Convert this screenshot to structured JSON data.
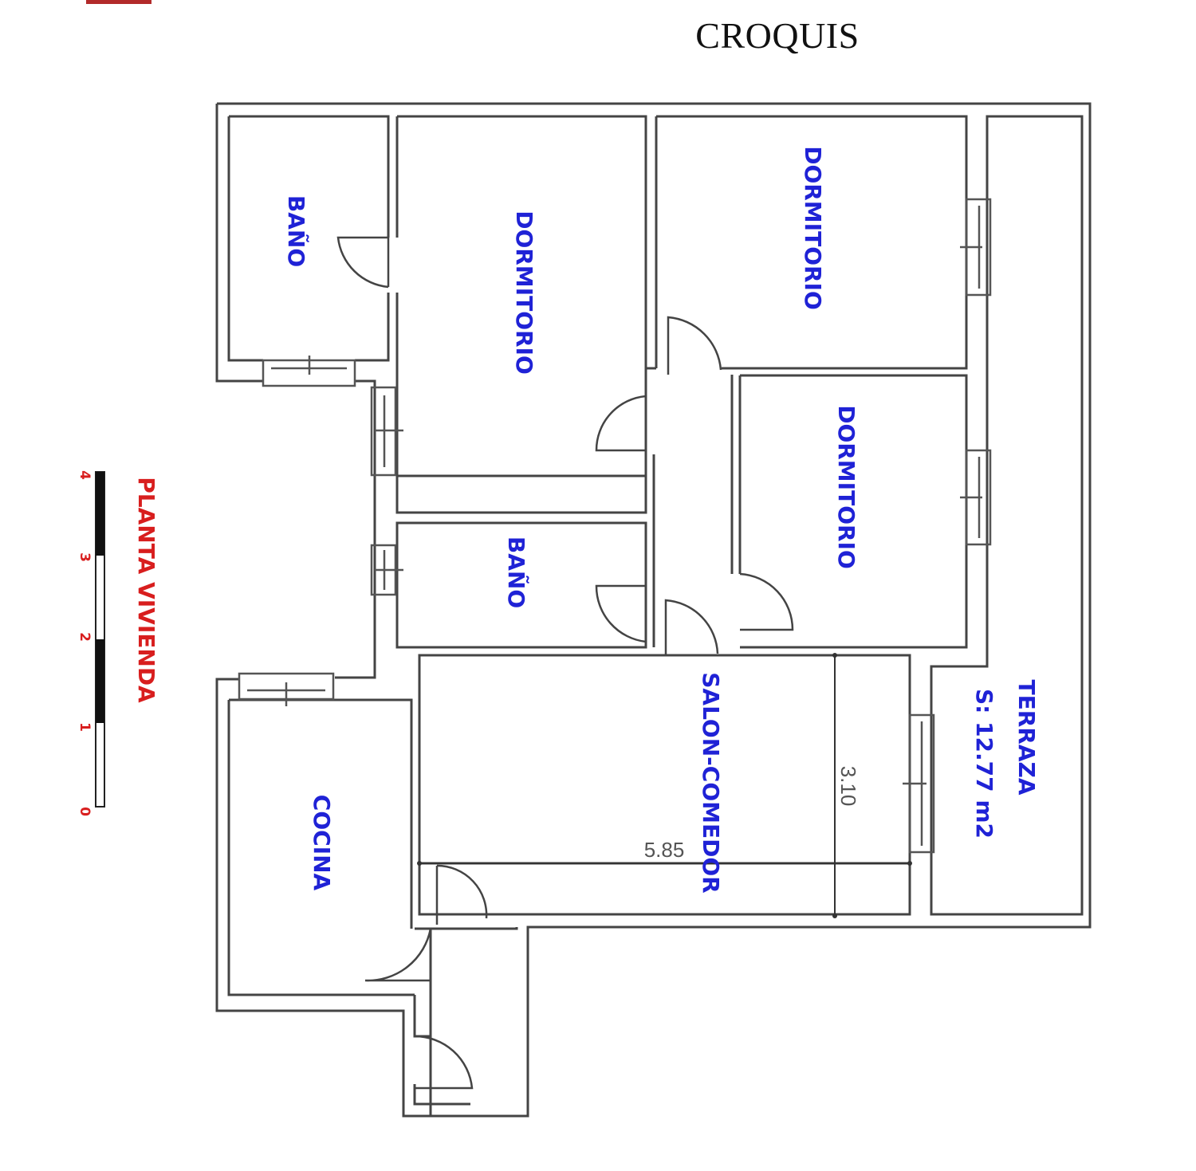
{
  "title": "CROQUIS",
  "plan_name": "PLANTA VIVIENDA",
  "rooms": {
    "bano_1": "BAÑO",
    "dormitorio_1": "DORMITORIO",
    "dormitorio_2": "DORMITORIO",
    "dormitorio_3": "DORMITORIO",
    "bano_2": "BAÑO",
    "salon": "SALON-COMEDOR",
    "cocina": "COCINA",
    "terraza": "TERRAZA",
    "terraza_area": "S: 12.77 m2"
  },
  "dimensions": {
    "length": "5.85",
    "width": "3.10"
  },
  "scale": {
    "ticks": [
      "0",
      "1",
      "2",
      "3",
      "4"
    ]
  },
  "colors": {
    "room_labels": "#1f22d6",
    "plan_name": "#d81e1e",
    "walls": "#444444"
  }
}
